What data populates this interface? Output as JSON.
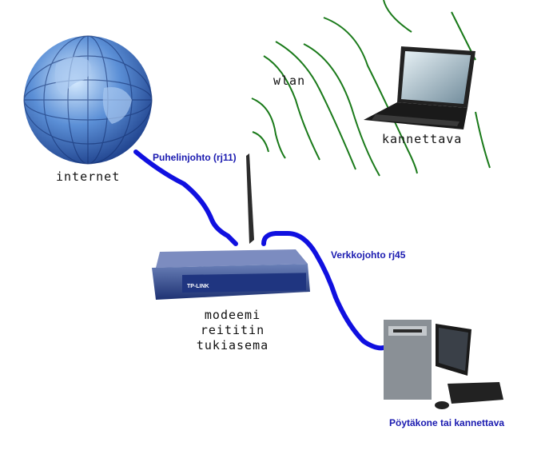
{
  "labels": {
    "internet": "internet",
    "wlan": "wlan",
    "laptop": "kannettava",
    "phone_cable": "Puhelinjohto (rj11)",
    "network_cable": "Verkkojohto rj45",
    "router_lines": [
      "modeemi",
      "reititin",
      "tukiasema"
    ],
    "desktop": "Pöytäkone tai kannettava",
    "router_brand": "TP-LINK"
  },
  "colors": {
    "cable": "#1010e0",
    "wifi": "#1a7a1a",
    "label": "#1a1ab0"
  }
}
